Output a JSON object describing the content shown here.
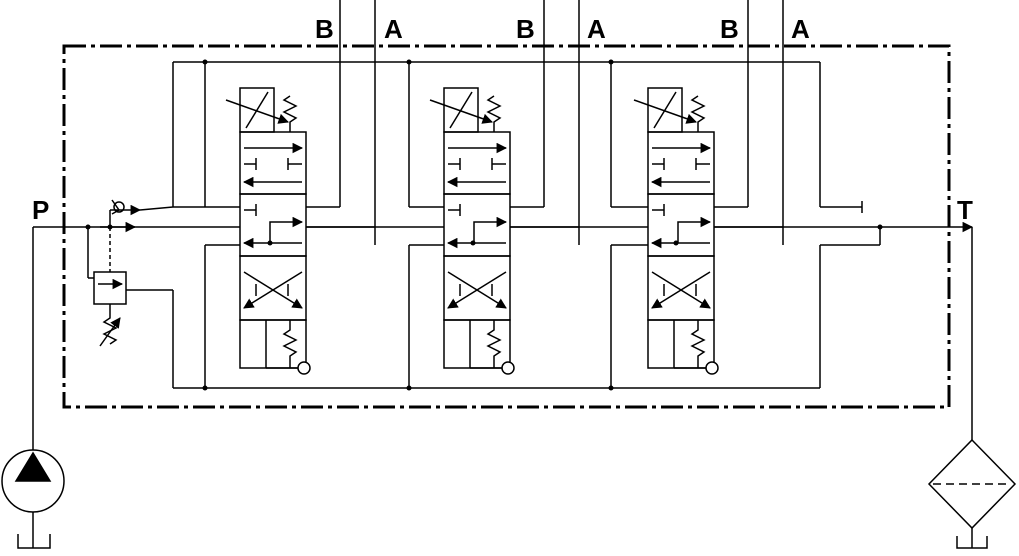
{
  "ports": {
    "pressure": "P",
    "tank": "T"
  },
  "sections": [
    {
      "port_b": "B",
      "port_a": "A"
    },
    {
      "port_b": "B",
      "port_a": "A"
    },
    {
      "port_b": "B",
      "port_a": "A"
    }
  ],
  "colors": {
    "line": "#000000",
    "background": "#ffffff"
  }
}
